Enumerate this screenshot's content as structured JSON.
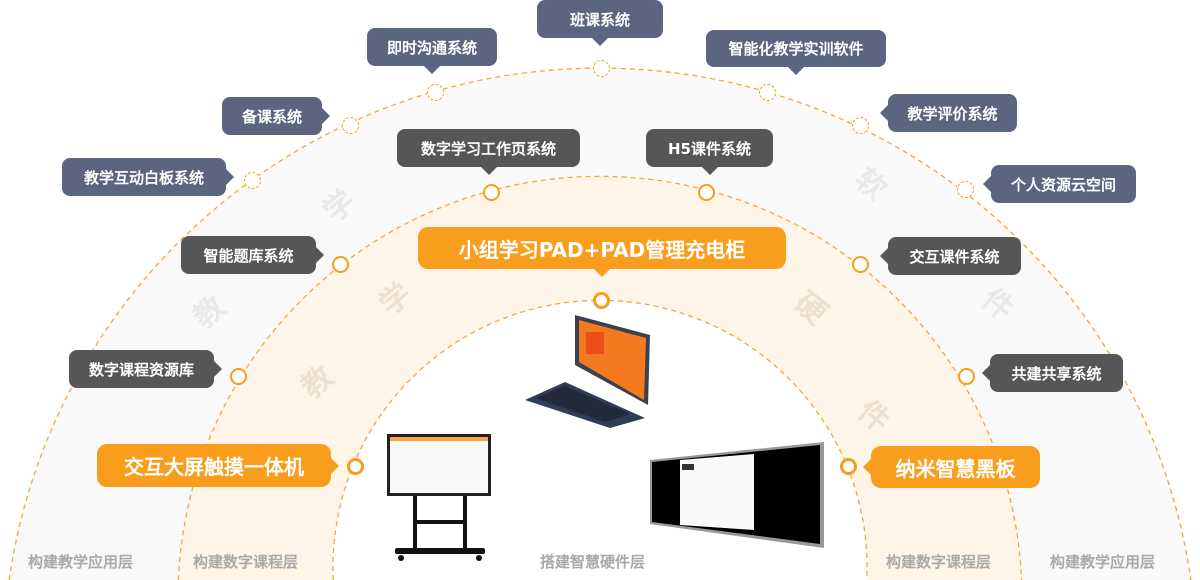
{
  "top_systems": {
    "class": "班课系统",
    "im": "即时沟通系统",
    "training": "智能化教学实训软件",
    "prep": "备课系统",
    "evaluation": "教学评价系统",
    "whiteboard": "教学互动白板系统",
    "cloud": "个人资源云空间"
  },
  "course_systems": {
    "worksheet": "数字学习工作页系统",
    "h5": "H5课件系统",
    "question_bank": "智能题库系统",
    "interactive_courseware": "交互课件系统",
    "resource_lib": "数字课程资源库",
    "sharing": "共建共享系统"
  },
  "hardware": {
    "pad": "小组学习PAD+PAD管理充电柜",
    "touch_screen": "交互大屏触摸一体机",
    "blackboard": "纳米智慧黑板"
  },
  "layers": {
    "app_left": "构建教学应用层",
    "course_left": "构建数字课程层",
    "hardware": "搭建智慧硬件层",
    "course_right": "构建数字课程层",
    "app_right": "构建教学应用层"
  },
  "watermarks": {
    "outer": [
      "教",
      "学",
      "软",
      "件"
    ],
    "middle": [
      "教",
      "学",
      "硬",
      "件"
    ]
  },
  "colors": {
    "orange": "#f99d1c",
    "blue_gray": "#5b6580",
    "dark_gray": "#555657"
  }
}
